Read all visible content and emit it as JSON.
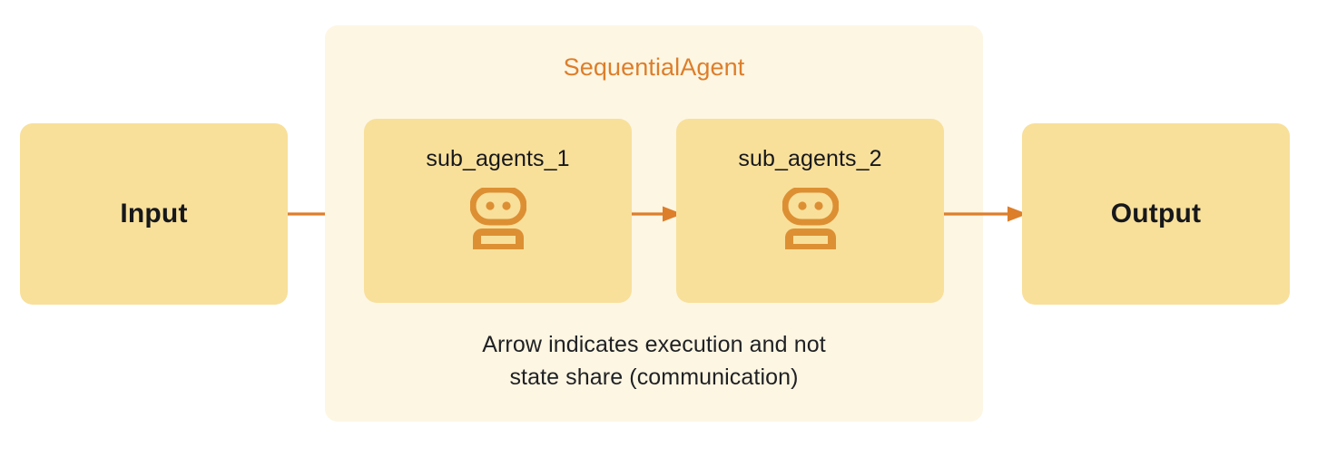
{
  "diagram": {
    "title": "SequentialAgent",
    "colors": {
      "canvas_background": "#FFFFFF",
      "container_background": "#FDF6E3",
      "node_background": "#F8E09B",
      "accent_orange": "#DD7E2A",
      "label_dark": "#17181B",
      "caption_dark": "#202124"
    },
    "input_node": {
      "label": "Input",
      "icon": "none"
    },
    "output_node": {
      "label": "Output",
      "icon": "none"
    },
    "container": {
      "label": "SequentialAgent",
      "sub_agents": [
        {
          "label": "sub_agents_1",
          "icon": "robot-icon"
        },
        {
          "label": "sub_agents_2",
          "icon": "robot-icon"
        }
      ]
    },
    "arrows": [
      {
        "name": "input-to-subagent-1",
        "direction": "right",
        "color": "#DD7E2A"
      },
      {
        "name": "subagent-1-to-subagent-2",
        "direction": "right",
        "color": "#DD7E2A"
      },
      {
        "name": "subagent-2-to-output",
        "direction": "right",
        "color": "#DD7E2A"
      }
    ],
    "caption": {
      "line_1": "Arrow indicates execution and not",
      "line_2": "state share (communication)"
    }
  }
}
